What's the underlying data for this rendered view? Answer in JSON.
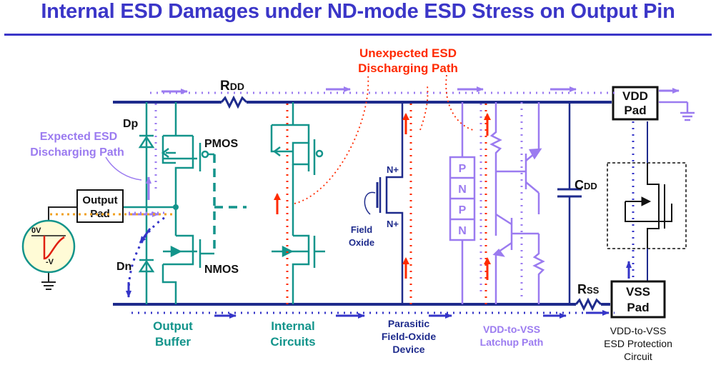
{
  "title": "Internal ESD Damages under ND-mode ESD Stress on Output Pin",
  "labels": {
    "rdd_main": "R",
    "rdd_sub": "DD",
    "rss_main": "R",
    "rss_sub": "SS",
    "cdd_main": "C",
    "cdd_sub": "DD",
    "dp": "Dp",
    "dn": "Dn",
    "pmos": "PMOS",
    "nmos": "NMOS",
    "expected_1": "Expected ESD",
    "expected_2": "Discharging Path",
    "unexpected_1": "Unexpected ESD",
    "unexpected_2": "Discharging Path",
    "output_pad_1": "Output",
    "output_pad_2": "Pad",
    "vdd_pad_1": "VDD",
    "vdd_pad_2": "Pad",
    "vss_pad_1": "VSS",
    "vss_pad_2": "Pad",
    "zero_v": "0V",
    "neg_v": "-V",
    "n_plus_top": "N+",
    "n_plus_bot": "N+",
    "field_oxide_1": "Field",
    "field_oxide_2": "Oxide",
    "pnpn": [
      "P",
      "N",
      "P",
      "N"
    ],
    "output_buffer_1": "Output",
    "output_buffer_2": "Buffer",
    "internal_circuits_1": "Internal",
    "internal_circuits_2": "Circuits",
    "parasitic_1": "Parasitic",
    "parasitic_2": "Field-Oxide",
    "parasitic_3": "Device",
    "latchup_1": "VDD-to-VSS",
    "latchup_2": "Latchup Path",
    "esd_prot_1": "VDD-to-VSS",
    "esd_prot_2": "ESD Protection",
    "esd_prot_3": "Circuit"
  },
  "colors": {
    "title": "#3b36c8",
    "rail": "#1e2b8c",
    "teal": "#13948b",
    "red": "#ff2a00",
    "purple": "#9b7bf0",
    "blue": "#3535c8",
    "orange": "#f0a020"
  }
}
